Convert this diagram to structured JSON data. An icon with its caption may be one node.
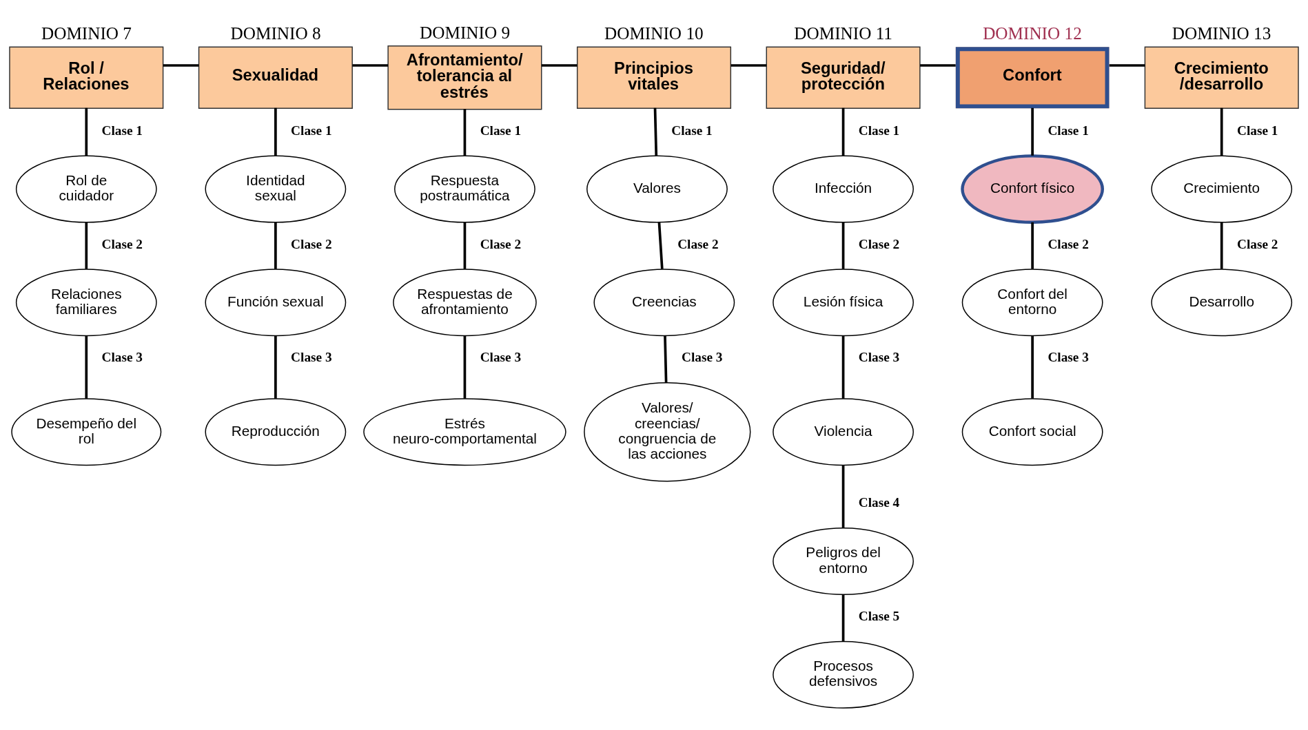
{
  "diagram": {
    "nodes": [
      {
        "text": [
          "DOMINIO 7",
          "Rol / Relaciones"
        ]
      },
      {
        "text": [
          "DOMINIO 8",
          "Sexualidad"
        ]
      },
      {
        "text": [
          "DOMINIO 9",
          "Afrontamiento/ tolerancia al estrés"
        ]
      },
      {
        "text": [
          "DOMINIO 10",
          "Principios vitales"
        ]
      },
      {
        "text": [
          "DOMINIO 11",
          "Seguridad/ protección"
        ]
      },
      {
        "text": [
          "DOMINIO 12",
          "Confort"
        ]
      },
      {
        "text": [
          "DOMINIO 13",
          "Crecimiento /desarrollo"
        ]
      },
      {
        "text": [
          "Rol de cuidador"
        ]
      },
      {
        "text": [
          "Relaciones familiares"
        ]
      },
      {
        "text": [
          "Desempeño del rol"
        ]
      },
      {
        "text": [
          "Identidad sexual"
        ]
      },
      {
        "text": [
          "Función sexual"
        ]
      },
      {
        "text": [
          "Reproducción"
        ]
      },
      {
        "text": [
          "Respuesta postraumática"
        ]
      },
      {
        "text": [
          "Respuestas de afrontamiento"
        ]
      },
      {
        "text": [
          "Estrés neuro-comportamental"
        ]
      },
      {
        "text": [
          "Valores"
        ]
      },
      {
        "text": [
          "Creencias"
        ]
      },
      {
        "text": [
          "Valores/ creencias/ congruencia de las acciones"
        ]
      },
      {
        "text": [
          "Infección"
        ]
      },
      {
        "text": [
          "Lesión física"
        ]
      },
      {
        "text": [
          "Violencia"
        ]
      },
      {
        "text": [
          "Peligros del entorno"
        ]
      },
      {
        "text": [
          "Procesos defensivos"
        ]
      },
      {
        "text": [
          "Confort físico"
        ]
      },
      {
        "text": [
          "Confort del entorno"
        ]
      },
      {
        "text": [
          "Confort social"
        ]
      },
      {
        "text": [
          "Crecimiento"
        ]
      },
      {
        "text": [
          "Desarrollo"
        ]
      }
    ],
    "edges": [
      {
        "from": 0,
        "to": 1,
        "arrow": "none"
      },
      {
        "from": 1,
        "to": 2,
        "arrow": "none"
      },
      {
        "from": 2,
        "to": 3,
        "arrow": "none"
      },
      {
        "from": 3,
        "to": 4,
        "arrow": "none"
      },
      {
        "from": 4,
        "to": 5,
        "arrow": "none"
      },
      {
        "from": 5,
        "to": 6,
        "arrow": "none"
      },
      {
        "from": 0,
        "to": 7,
        "arrow": "none",
        "label": "Clase 1"
      },
      {
        "from": 7,
        "to": 8,
        "arrow": "none",
        "label": "Clase 2"
      },
      {
        "from": 8,
        "to": 9,
        "arrow": "none",
        "label": "Clase 3"
      },
      {
        "from": 1,
        "to": 10,
        "arrow": "none",
        "label": "Clase 1"
      },
      {
        "from": 10,
        "to": 11,
        "arrow": "none",
        "label": "Clase 2"
      },
      {
        "from": 11,
        "to": 12,
        "arrow": "none",
        "label": "Clase 3"
      },
      {
        "from": 2,
        "to": 13,
        "arrow": "none",
        "label": "Clase 1"
      },
      {
        "from": 13,
        "to": 14,
        "arrow": "none",
        "label": "Clase 2"
      },
      {
        "from": 14,
        "to": 15,
        "arrow": "none",
        "label": "Clase 3"
      },
      {
        "from": 3,
        "to": 16,
        "arrow": "none",
        "label": "Clase 1"
      },
      {
        "from": 16,
        "to": 17,
        "arrow": "none",
        "label": "Clase 2"
      },
      {
        "from": 17,
        "to": 18,
        "arrow": "none",
        "label": "Clase 3"
      },
      {
        "from": 4,
        "to": 19,
        "arrow": "none",
        "label": "Clase 1"
      },
      {
        "from": 19,
        "to": 20,
        "arrow": "none",
        "label": "Clase 2"
      },
      {
        "from": 20,
        "to": 21,
        "arrow": "none",
        "label": "Clase 3"
      },
      {
        "from": 21,
        "to": 22,
        "arrow": "none",
        "label": "Clase 4"
      },
      {
        "from": 22,
        "to": 23,
        "arrow": "none",
        "label": "Clase 5"
      },
      {
        "from": 5,
        "to": 24,
        "arrow": "none",
        "label": "Clase 1"
      },
      {
        "from": 24,
        "to": 25,
        "arrow": "none",
        "label": "Clase 2"
      },
      {
        "from": 25,
        "to": 26,
        "arrow": "none",
        "label": "Clase 3"
      },
      {
        "from": 6,
        "to": 27,
        "arrow": "none",
        "label": "Clase 1"
      },
      {
        "from": 27,
        "to": 28,
        "arrow": "none",
        "label": "Clase 2"
      }
    ]
  }
}
